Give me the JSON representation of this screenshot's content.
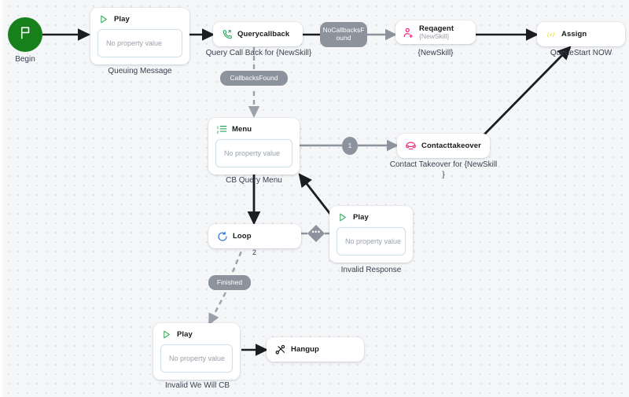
{
  "canvas": {
    "title": "Contact Flow Designer Canvas",
    "background_color": "#f4f6f8",
    "grid": "dotted"
  },
  "placeholder_text": "No property value",
  "nodes": [
    {
      "id": "begin",
      "type": "start",
      "icon": "flag-icon",
      "title": "",
      "caption": "Begin",
      "accent": "#17801a"
    },
    {
      "id": "play-queuing",
      "type": "play",
      "icon": "play-icon",
      "title": "Play",
      "property_value": "No property value",
      "caption": "Queuing Message",
      "accent": "#3aab5c"
    },
    {
      "id": "querycallback",
      "type": "querycallback",
      "icon": "phone-callback-icon",
      "title": "Querycallback",
      "caption": "Query Call Back for {NewSkill}",
      "accent": "#29a35a"
    },
    {
      "id": "reqagent",
      "type": "reqagent",
      "icon": "add-person-icon",
      "title": "Reqagent",
      "subtitle": "{NewSkill}",
      "caption": "{NewSkill}",
      "accent": "#ef2d7e"
    },
    {
      "id": "assign",
      "type": "assign",
      "icon": "variable-x-icon",
      "title": "Assign",
      "caption": "QueueStart NOW",
      "accent": "#e8d000"
    },
    {
      "id": "menu",
      "type": "menu",
      "icon": "numbered-list-icon",
      "title": "Menu",
      "property_value": "No property value",
      "caption": "CB Query Menu",
      "accent": "#29a35a"
    },
    {
      "id": "contacttakeover",
      "type": "contacttakeover",
      "icon": "telephone-icon",
      "title": "Contacttakeover",
      "caption": "Contact Takeover for {NewSkill\n}",
      "accent": "#ef2d7e"
    },
    {
      "id": "loop",
      "type": "loop",
      "icon": "loop-refresh-icon",
      "title": "Loop",
      "accent": "#2b6fd6"
    },
    {
      "id": "play-invalid-response",
      "type": "play",
      "icon": "play-icon",
      "title": "Play",
      "property_value": "No property value",
      "caption": "Invalid Response",
      "accent": "#3aab5c"
    },
    {
      "id": "play-invalid-cb",
      "type": "play",
      "icon": "play-icon",
      "title": "Play",
      "property_value": "No property value",
      "caption": "Invalid We Will CB",
      "accent": "#3aab5c"
    },
    {
      "id": "hangup",
      "type": "hangup",
      "icon": "scissors-cut-icon",
      "title": "Hangup",
      "accent": "#16181c"
    }
  ],
  "edge_labels": {
    "no_callbacks_found": "NoCallbacksF\nound",
    "callbacks_found": "CallbacksFound",
    "menu_option_one": "1",
    "loop_count": "2",
    "finished": "Finished",
    "more_handle": "•••"
  },
  "colors": {
    "edge_solid": "#1b1d21",
    "edge_dashed": "#9aa1ab",
    "edge_gray": "#8c939d",
    "pill_bg": "#8c939d",
    "card_bg": "#ffffff",
    "caption_text": "#3a4250",
    "placeholder_text": "#9aa1ab"
  }
}
